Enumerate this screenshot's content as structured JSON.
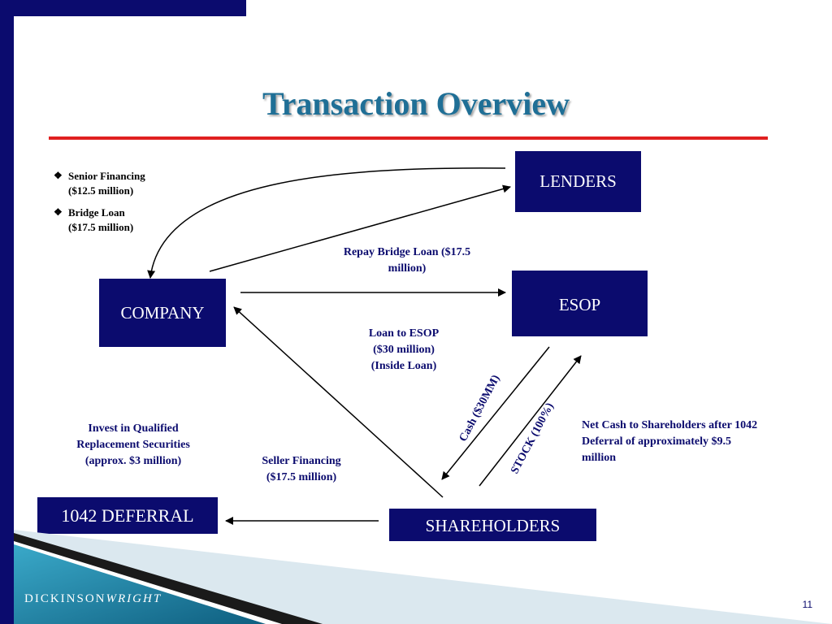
{
  "slide": {
    "title": "Transaction Overview",
    "page_number": "11"
  },
  "bullets": [
    {
      "line1": "Senior Financing",
      "line2": "($12.5 million)"
    },
    {
      "line1": "Bridge Loan",
      "line2": "($17.5 million)"
    }
  ],
  "nodes": {
    "lenders": "LENDERS",
    "company": "COMPANY",
    "esop": "ESOP",
    "deferral": "1042 DEFERRAL",
    "shareholders": "SHAREHOLDERS"
  },
  "labels": {
    "repay_line1": "Repay Bridge Loan ($17.5",
    "repay_line2": "million)",
    "loan_line1": "Loan to ESOP",
    "loan_line2": "($30 million)",
    "loan_line3": "(Inside Loan)",
    "invest_line1": "Invest in Qualified",
    "invest_line2": "Replacement Securities",
    "invest_line3": "(approx. $3 million)",
    "seller_line1": "Seller Financing",
    "seller_line2": "($17.5 million)",
    "netcash_line1": "Net Cash to Shareholders after 1042",
    "netcash_line2": "Deferral of approximately $9.5",
    "netcash_line3": "million",
    "cash": "Cash ($30MM)",
    "stock": "STOCK (100%)"
  },
  "logo": {
    "name_part1": "DICKINSON",
    "name_part2": "WRIGHT"
  },
  "colors": {
    "navy": "#0b0b6e",
    "title": "#1f6f96",
    "rule": "#e02020"
  }
}
